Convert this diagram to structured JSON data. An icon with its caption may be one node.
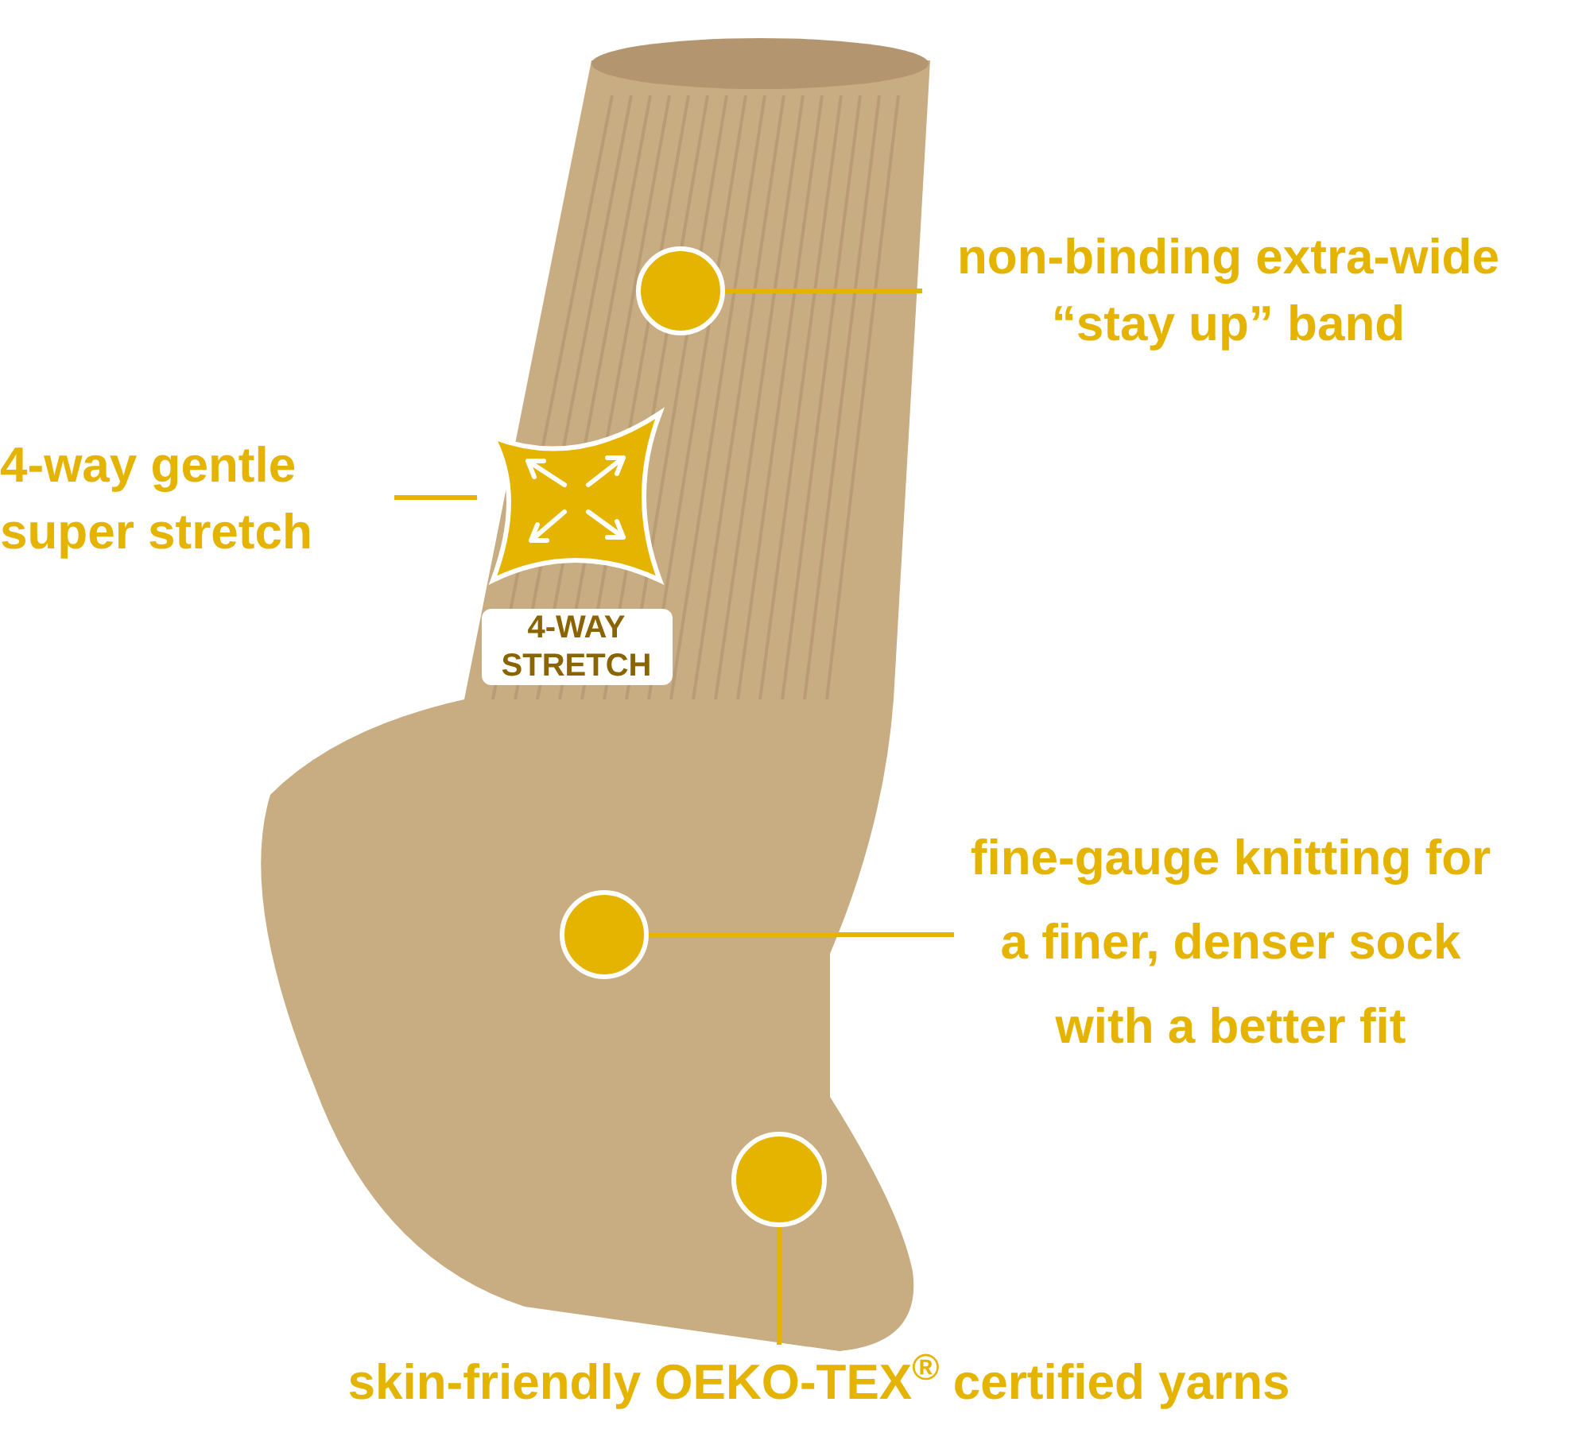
{
  "diagram": {
    "nodes": [
      {
        "text": [
          "non-binding extra-wide “stay up” band"
        ]
      },
      {
        "text": [],
        "shape": "circle"
      },
      {
        "text": [
          "4-way gentle super stretch"
        ]
      },
      {
        "text": [
          "4-WAY STRETCH"
        ]
      },
      {
        "text": [
          "fine-gauge knitting for a finer, denser sock with a better fit"
        ]
      },
      {
        "text": [],
        "shape": "circle"
      },
      {
        "text": [],
        "shape": "circle"
      },
      {
        "text": [
          "skin-friendly OEKO-TEX$^{®}$ certified yarns"
        ]
      }
    ],
    "edges": [
      {
        "from": 0,
        "to": 1,
        "arrow": "none"
      },
      {
        "from": 2,
        "to": 3,
        "arrow": "none"
      },
      {
        "from": 4,
        "to": 5,
        "arrow": "none"
      },
      {
        "from": 7,
        "to": 6,
        "arrow": "none"
      }
    ]
  }
}
